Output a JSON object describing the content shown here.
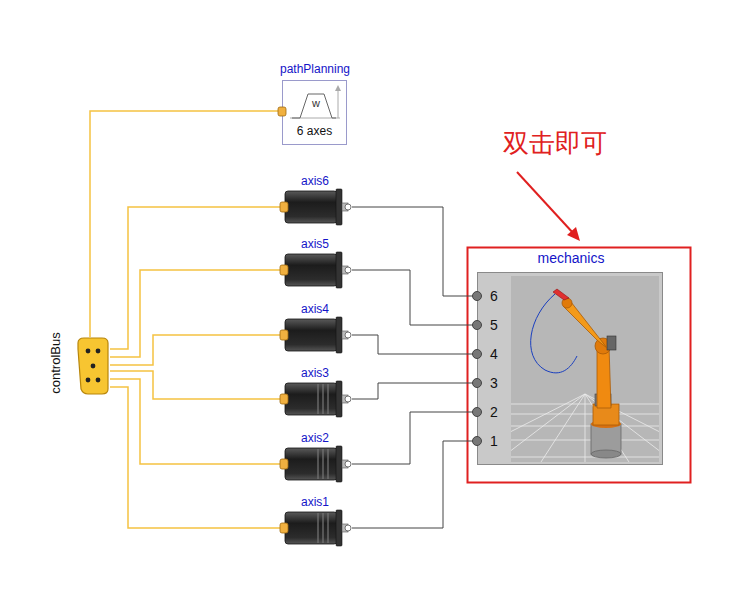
{
  "diagram": {
    "nodes": [
      {
        "text": [
          "pathPlanning",
          "6 axes"
        ]
      },
      {
        "text": [
          "axis6"
        ]
      },
      {
        "text": [
          "axis5"
        ]
      },
      {
        "text": [
          "axis4"
        ]
      },
      {
        "text": [
          "axis3"
        ]
      },
      {
        "text": [
          "axis2"
        ]
      },
      {
        "text": [
          "axis1"
        ]
      },
      {
        "text": [
          "controlBus"
        ]
      },
      {
        "text": [
          "mechanics"
        ]
      }
    ],
    "edges": [
      {
        "from": 7,
        "to": 0,
        "arrow": "none"
      },
      {
        "from": 7,
        "to": 1,
        "arrow": "none"
      },
      {
        "from": 7,
        "to": 2,
        "arrow": "none"
      },
      {
        "from": 7,
        "to": 3,
        "arrow": "none"
      },
      {
        "from": 7,
        "to": 4,
        "arrow": "none"
      },
      {
        "from": 7,
        "to": 5,
        "arrow": "none"
      },
      {
        "from": 7,
        "to": 6,
        "arrow": "none"
      },
      {
        "from": 1,
        "to": 8,
        "arrow": "none"
      },
      {
        "from": 2,
        "to": 8,
        "arrow": "none"
      },
      {
        "from": 3,
        "to": 8,
        "arrow": "none"
      },
      {
        "from": 4,
        "to": 8,
        "arrow": "none"
      },
      {
        "from": 5,
        "to": 8,
        "arrow": "none"
      },
      {
        "from": 6,
        "to": 8,
        "arrow": "none"
      }
    ],
    "labels": [
      "双击即可",
      "6",
      "5",
      "4",
      "3",
      "2",
      "1",
      "w"
    ]
  }
}
